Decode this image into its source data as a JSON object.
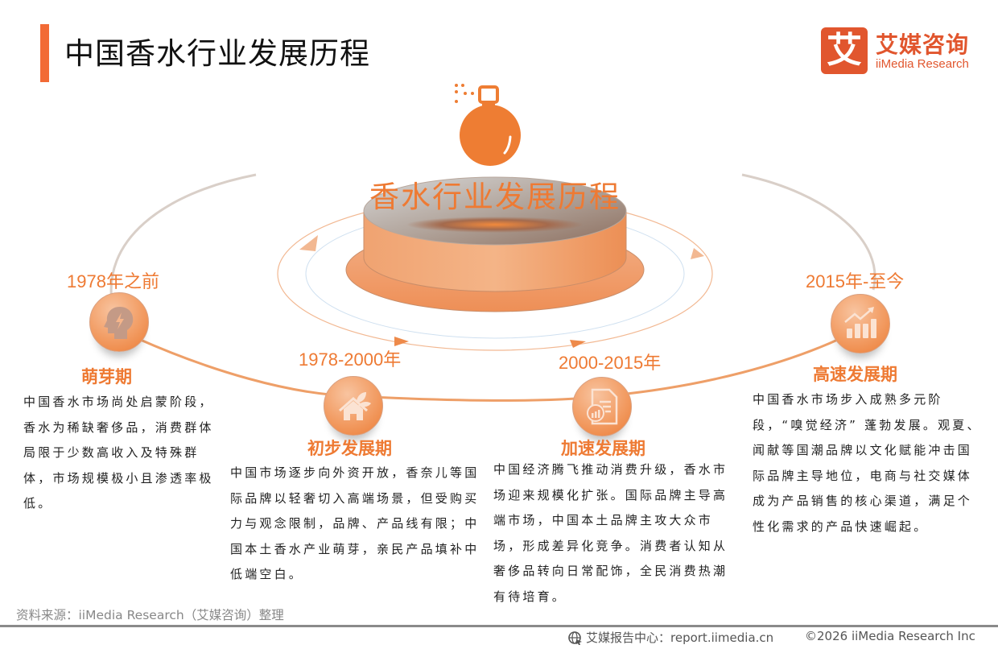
{
  "header": {
    "title": "中国香水行业发展历程",
    "accent_color": "#f26a35"
  },
  "logo": {
    "mark": "艾",
    "name_cn": "艾媒咨询",
    "name_en": "iiMedia Research",
    "color": "#e1562e"
  },
  "center": {
    "title": "香水行业发展历程",
    "icon": "perfume-bottle-icon",
    "color": "#ee7a33"
  },
  "stages": [
    {
      "period": "1978年之前",
      "name": "萌芽期",
      "icon": "head-lightning-icon",
      "description": "中国香水市场尚处启蒙阶段，香水为稀缺奢侈品，消费群体局限于少数高收入及特殊群体，市场规模极小且渗透率极低。"
    },
    {
      "period": "1978-2000年",
      "name": "初步发展期",
      "icon": "house-leaf-icon",
      "description": "中国市场逐步向外资开放，香奈儿等国际品牌以轻奢切入高端场景，但受购买力与观念限制，品牌、产品线有限；中国本土香水产业萌芽，亲民产品填补中低端空白。"
    },
    {
      "period": "2000-2015年",
      "name": "加速发展期",
      "icon": "document-chart-icon",
      "description": "中国经济腾飞推动消费升级，香水市场迎来规模化扩张。国际品牌主导高端市场，中国本土品牌主攻大众市场，形成差异化竞争。消费者认知从奢侈品转向日常配饰，全民消费热潮有待培育。"
    },
    {
      "period": "2015年-至今",
      "name": "高速发展期",
      "icon": "growth-chart-icon",
      "description": "中国香水市场步入成熟多元阶段，“嗅觉经济” 蓬勃发展。观夏、闻献等国潮品牌以文化赋能冲击国际品牌主导地位，电商与社交媒体成为产品销售的核心渠道，满足个性化需求的产品快速崛起。"
    }
  ],
  "footer": {
    "source": "资料来源：iiMedia Research（艾媒咨询）整理",
    "report_center": "艾媒报告中心：report.iimedia.cn",
    "copyright": "©2026  iiMedia Research Inc"
  }
}
